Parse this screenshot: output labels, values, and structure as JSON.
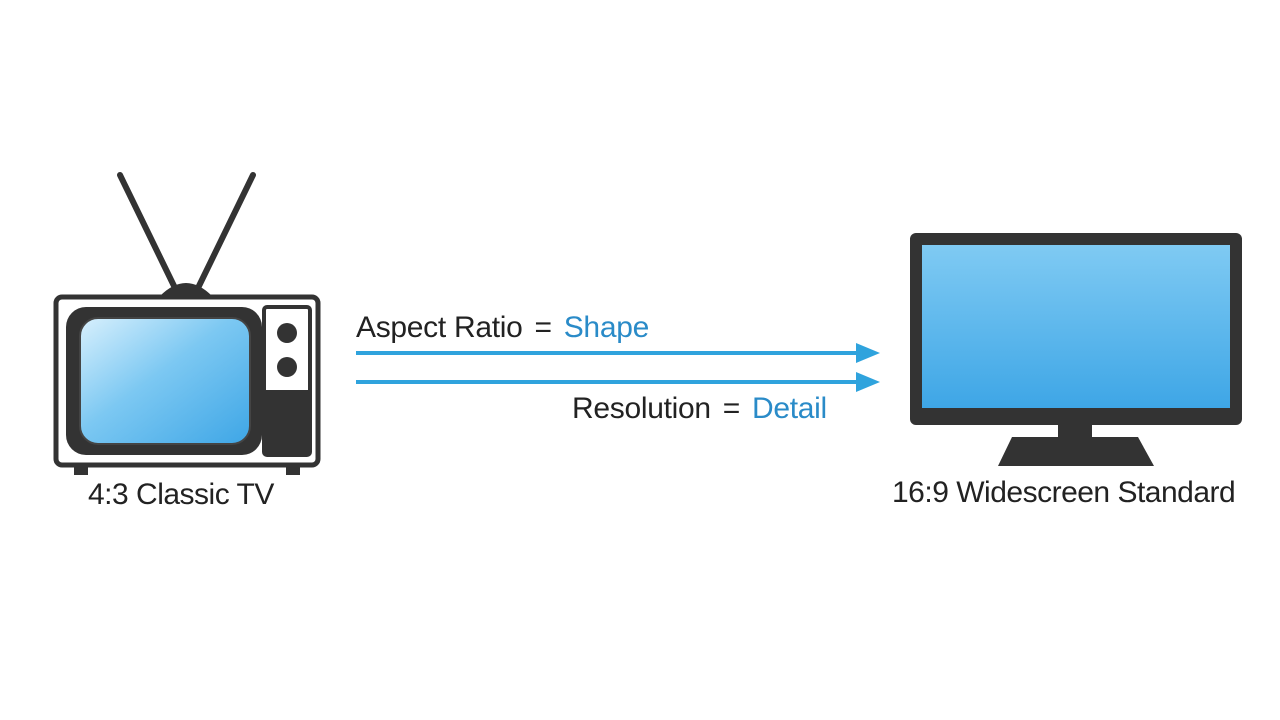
{
  "colors": {
    "accent": "#2fa3dd",
    "accent_text": "#2a8bc8",
    "outline": "#333333",
    "screen_light": "#d8f0fd",
    "screen_mid": "#7cc8f2",
    "screen_dark": "#3ea6e6",
    "label": "#222222"
  },
  "icons": {
    "retro_tv": "retro-tv-icon",
    "monitor": "monitor-icon",
    "arrow": "arrow-right-icon"
  },
  "retro_tv": {
    "label": "4:3 Classic TV"
  },
  "widescreen": {
    "label": "16:9 Widescreen Standard"
  },
  "relations": [
    {
      "term": "Aspect Ratio",
      "operator": "=",
      "meaning": "Shape"
    },
    {
      "term": "Resolution",
      "operator": "=",
      "meaning": "Detail"
    }
  ]
}
